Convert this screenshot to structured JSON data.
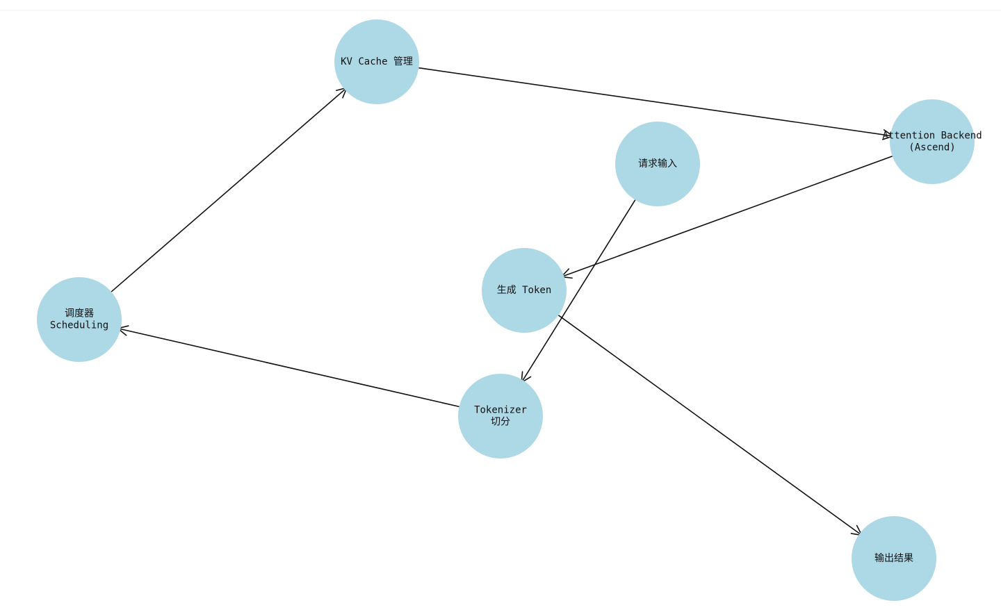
{
  "diagram": {
    "node_color": "#add8e6",
    "edge_color": "#111111",
    "nodes": [
      {
        "id": "kv_cache",
        "lines": [
          "KV Cache 管理"
        ]
      },
      {
        "id": "attention",
        "lines": [
          "Attention Backend",
          "(Ascend)"
        ]
      },
      {
        "id": "request",
        "lines": [
          "请求输入"
        ]
      },
      {
        "id": "generate",
        "lines": [
          "生成 Token"
        ]
      },
      {
        "id": "scheduler",
        "lines": [
          "调度器",
          "Scheduling"
        ]
      },
      {
        "id": "tokenizer",
        "lines": [
          "Tokenizer",
          "切分"
        ]
      },
      {
        "id": "output",
        "lines": [
          "输出结果"
        ]
      }
    ],
    "edges": [
      {
        "from": "request",
        "to": "tokenizer"
      },
      {
        "from": "tokenizer",
        "to": "scheduler"
      },
      {
        "from": "scheduler",
        "to": "kv_cache"
      },
      {
        "from": "kv_cache",
        "to": "attention"
      },
      {
        "from": "attention",
        "to": "generate"
      },
      {
        "from": "generate",
        "to": "output"
      }
    ]
  }
}
